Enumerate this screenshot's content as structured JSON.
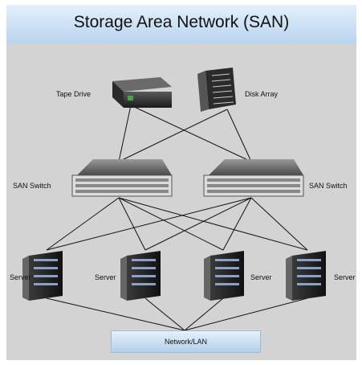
{
  "title": "Storage Area Network (SAN)",
  "nodes": {
    "tape_drive": "Tape Drive",
    "disk_array": "Disk Array",
    "san_switch_left": "SAN Switch",
    "san_switch_right": "SAN Switch",
    "server_1": "Server",
    "server_2": "Server",
    "server_3": "Server",
    "server_4": "Server",
    "network": "Network/LAN"
  }
}
